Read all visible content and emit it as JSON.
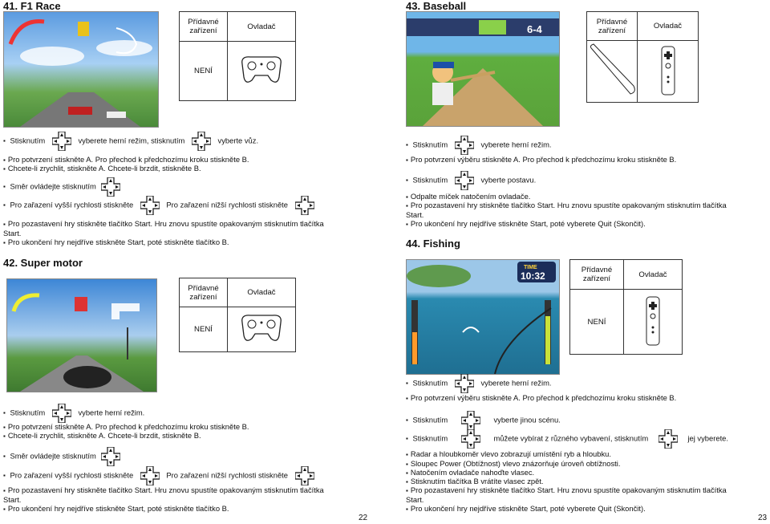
{
  "labels": {
    "accessory": "Přídavné zařízení",
    "controller": "Ovladač",
    "none": "NENÍ",
    "press": "Stisknutím"
  },
  "left": {
    "page_number": "22",
    "s41": {
      "title": "41. F1 Race",
      "l1a": "vyberete herní režim, stisknutím",
      "l1b": "vyberte vůz.",
      "l2": "Pro potvrzení stiskněte A.  Pro přechod k předchozímu kroku stiskněte B.",
      "l3": "Chcete-li zrychlit,  stiskněte A. Chcete-li brzdit, stiskněte B.",
      "l4": "Směr ovládejte stisknutím",
      "l5a": "Pro zařazení vyšší rychlosti stiskněte",
      "l5b": "Pro zařazení nižší rychlosti stiskněte",
      "l6": "Pro pozastavení hry stiskněte tlačítko Start. Hru znovu spustíte opakovaným stisknutím tlačítka",
      "l6b": "Start.",
      "l7": "Pro ukončení hry nejdříve stiskněte Start, poté stiskněte tlačítko B."
    },
    "s42": {
      "title": "42. Super motor",
      "l1": "vyberte herní režim.",
      "l2": "Pro potvrzení stiskněte A.  Pro přechod k předchozímu kroku stiskněte B.",
      "l3": "Chcete-li zrychlit,  stiskněte A. Chcete-li brzdit, stiskněte B.",
      "l4": "Směr ovládejte stisknutím",
      "l5a": "Pro zařazení vyšší rychlosti stiskněte",
      "l5b": "Pro zařazení nižší rychlosti stiskněte",
      "l6": "Pro pozastavení hry stiskněte tlačítko Start. Hru znovu spustíte opakovaným stisknutím tlačítka",
      "l6b": "Start.",
      "l7": "Pro ukončení hry nejdříve stiskněte Start, poté stiskněte tlačítko B."
    }
  },
  "right": {
    "page_number": "23",
    "s43": {
      "title": "43. Baseball",
      "l1": "vyberete herní režim.",
      "l2": "Pro potvrzení výběru stiskněte A. Pro přechod k předchozímu kroku stiskněte B.",
      "l3": "vyberte postavu.",
      "l4": "Odpalte míček natočením ovladače.",
      "l5": "Pro pozastavení hry stiskněte tlačítko Start. Hru znovu spustíte opakovaným stisknutím tlačítka",
      "l5b": "Start.",
      "l6": "Pro ukončení hry nejdříve stiskněte Start, poté vyberete Quit  (Skončit)."
    },
    "s44": {
      "title": "44. Fishing",
      "hud_time_label": "TIME",
      "hud_time": "10:32",
      "l1": "vyberete herní režim.",
      "l2": "Pro potvrzení výběru stiskněte A. Pro přechod k předchozímu kroku stiskněte B.",
      "l3": "vyberte jinou scénu.",
      "l4a": "můžete vybírat z různého vybavení, stisknutím",
      "l4b": "jej vyberete.",
      "l5": "Radar a hloubkoměr vlevo zobrazují umístění ryb a hloubku.",
      "l6": "Sloupec Power (Obtížnost)  vlevo znázorňuje úroveň obtížnosti.",
      "l7": "Natočením ovladače nahoďte vlasec.",
      "l8": "Stisknutím tlačítka B vrátíte vlasec zpět.",
      "l9": "Pro pozastavení hry stiskněte tlačítko Start. Hru znovu spustíte opakovaným stisknutím tlačítka",
      "l9b": "Start.",
      "l10": "Pro ukončení hry nejdříve stiskněte Start, poté vyberete Quit  (Skončit)."
    },
    "baseball_score": "6-4"
  },
  "colors": {
    "sky": "#7fb3e8",
    "grass": "#4a9a3a",
    "road": "#7a7a7a",
    "water": "#2a8ab0"
  }
}
